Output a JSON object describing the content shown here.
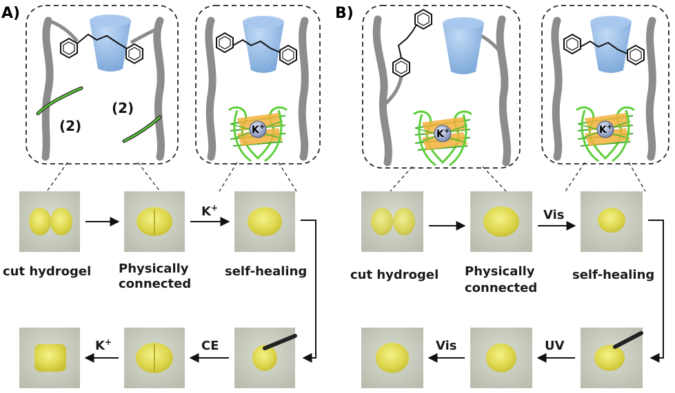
{
  "panels": {
    "a": {
      "letter": "A)",
      "row1_labels": [
        "cut hydrogel",
        "Physically",
        "connected",
        "self-healing"
      ],
      "arrow_k1": "K",
      "arrow_k1_sup": "+",
      "arrow_ce": "CE",
      "arrow_k2": "K",
      "arrow_k2_sup": "+",
      "chain_count_1": "(2)",
      "chain_count_2": "(2)",
      "ion_symbol": "K",
      "ion_sup": "+"
    },
    "b": {
      "letter": "B)",
      "row1_labels": [
        "cut hydrogel",
        "Physically",
        "connected",
        "self-healing"
      ],
      "arrow_vis1": "Vis",
      "arrow_uv": "UV",
      "arrow_vis2": "Vis",
      "ion_symbol": "K",
      "ion_sup": "+"
    }
  },
  "colors": {
    "background": "#ffffff",
    "chain_gray": "#8c8c8c",
    "cyclodextrin_blue": "#8fb7e6",
    "dna_green": "#5ccf3a",
    "quartet_orange": "#f2b23c",
    "ion_sphere": "#9aa6c9",
    "photo_bg": "#c9cdbf",
    "gel_yellow": "#e7e36a"
  }
}
